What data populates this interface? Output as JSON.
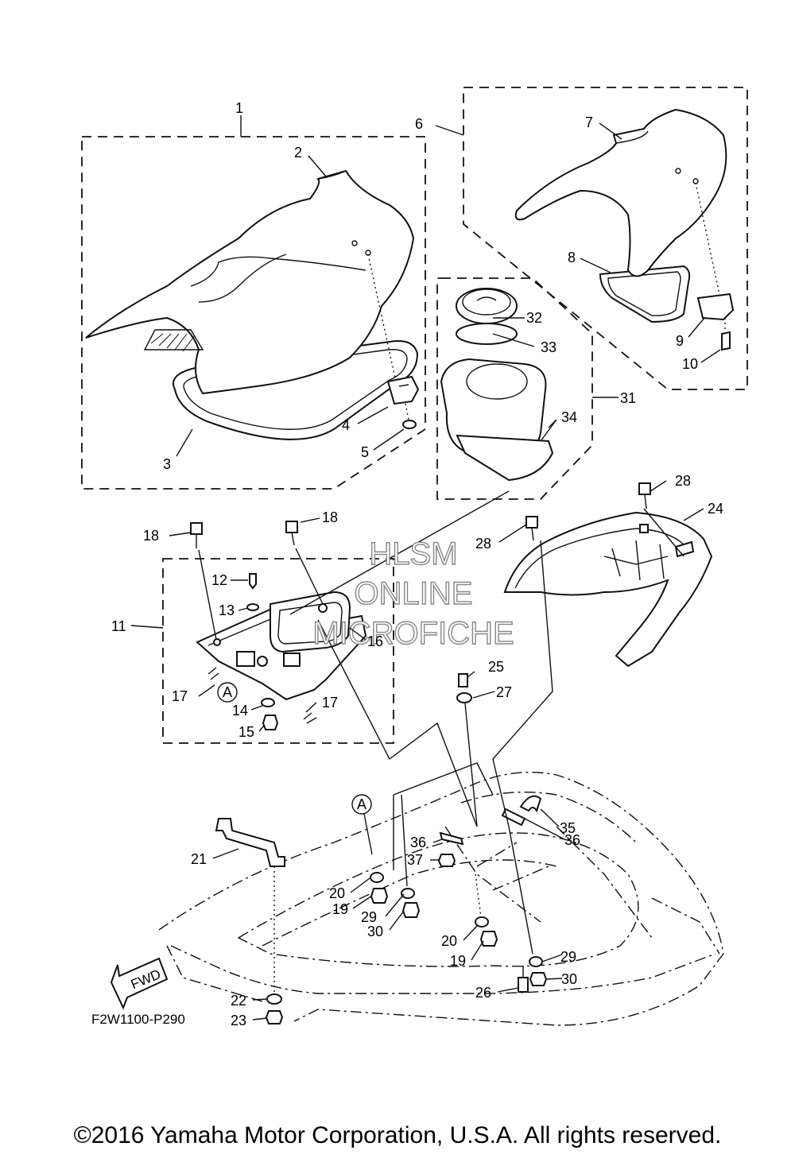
{
  "diagram": {
    "code": "F2W1100-P290",
    "copyright": "©2016 Yamaha Motor Corporation, U.S.A. All rights reserved.",
    "watermark": [
      "HLSM",
      "ONLINE",
      "MICROFICHE"
    ],
    "fwd_label": "FWD",
    "ref_marker": "A",
    "callouts": [
      "1",
      "2",
      "3",
      "4",
      "5",
      "6",
      "7",
      "8",
      "9",
      "10",
      "11",
      "12",
      "13",
      "14",
      "15",
      "16",
      "17",
      "17",
      "18",
      "18",
      "19",
      "19",
      "20",
      "20",
      "21",
      "22",
      "23",
      "24",
      "25",
      "26",
      "27",
      "28",
      "28",
      "29",
      "29",
      "30",
      "30",
      "31",
      "32",
      "33",
      "34",
      "35",
      "36",
      "36",
      "37"
    ]
  }
}
